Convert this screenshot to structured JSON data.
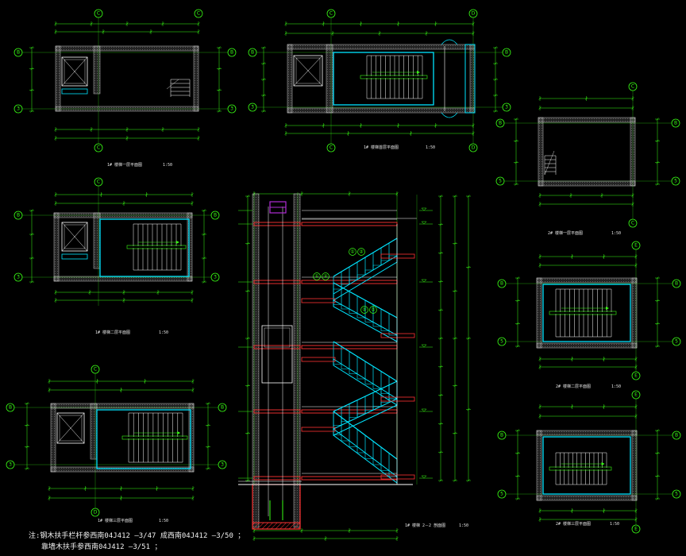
{
  "colors": {
    "background": "#000000",
    "dimension": "#39ff14",
    "wall": "#ffffff",
    "finish": "#00e5ff",
    "slab": "#ff3333",
    "stair": "#39ff14",
    "hatch": "#b02bd6",
    "text": "#e8e8e8"
  },
  "plans": [
    {
      "id": "p1",
      "kind": "elevator-upper",
      "caption": "1# 楼梯一层平面图",
      "scale": "1:50",
      "top_axis": "C",
      "bottom_axis": "C",
      "left_axes": [
        "B",
        "3"
      ],
      "right_axes": [
        "B",
        "3"
      ]
    },
    {
      "id": "p2",
      "kind": "elevator-stair-entry",
      "caption": "1# 楼梯首层平面图",
      "scale": "1:50",
      "top_axis": "C",
      "top_axis_2": "D",
      "bottom_axis": "C",
      "bottom_axis_2": "D",
      "left_axes": [
        "B",
        "3"
      ],
      "right_axes": [
        "B",
        "3"
      ]
    },
    {
      "id": "p3",
      "kind": "elevator-stair",
      "caption": "1# 楼梯二层平面图",
      "scale": "1:50",
      "top_axis": "C",
      "left_axes": [
        "B",
        "3"
      ],
      "right_axes": [
        "B",
        "3"
      ]
    },
    {
      "id": "p4",
      "kind": "elevator-stair",
      "caption": "1# 楼梯三层平面图",
      "scale": "1:50",
      "top_axis": "C",
      "bottom_axis": "D",
      "left_axes": [
        "B",
        "3"
      ],
      "right_axes": [
        "B",
        "3"
      ]
    },
    {
      "id": "p5",
      "kind": "room-upper",
      "caption": "2# 楼梯一层平面图",
      "scale": "1:50",
      "top_axis": "C",
      "bottom_axis": "C",
      "left_axes": [
        "B",
        "5"
      ],
      "right_axes": [
        "B",
        "5"
      ]
    },
    {
      "id": "p6",
      "kind": "room-stair",
      "caption": "2# 楼梯二层平面图",
      "scale": "1:50",
      "top_axis": "E",
      "bottom_axis": "E",
      "left_axes": [
        "B",
        "5"
      ],
      "right_axes": [
        "B",
        "5"
      ]
    },
    {
      "id": "p7",
      "kind": "room-stair-small",
      "caption": "2# 楼梯三层平面图",
      "scale": "1:50",
      "top_axis": "E",
      "bottom_axis": "E",
      "left_axes": [
        "B",
        "5"
      ],
      "right_axes": [
        "B",
        "5"
      ]
    }
  ],
  "section": {
    "caption": "1# 楼梯  2－2  剖面图",
    "scale": "1:50",
    "tags": [
      "①",
      "②"
    ]
  },
  "notes": {
    "line1": "注:钢木扶手栏杆参西南04J412    —3/47  成西南04J412    —3/50  ；",
    "line2": "靠墙木扶手参西南04J412    —3/51  ；"
  }
}
